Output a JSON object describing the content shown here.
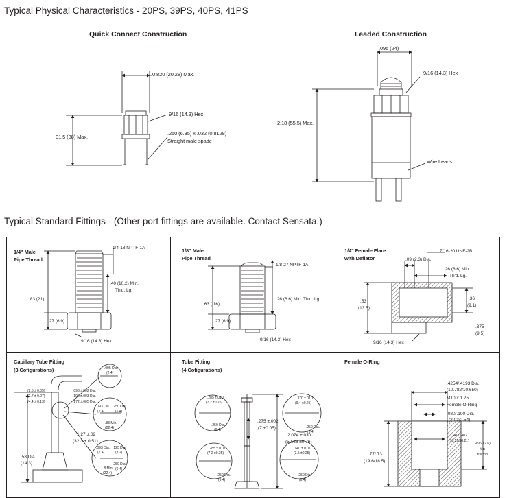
{
  "header": {
    "title": "Typical Physical Characteristics - 20PS, 39PS, 40PS, 41PS",
    "fittings_title": "Typical Standard Fittings - (Other port fittings are available. Contact Sensata.)"
  },
  "quick_connect": {
    "title": "Quick Connect Construction",
    "width_dim": "0.820 (20.28) Max.",
    "hex": "9/16 (14.3) Hex",
    "spade_line1": ".250 (6.35) x .032 (0.8128)",
    "spade_line2": "Straight male spade",
    "height_dim": "01.5 (38) Max."
  },
  "leaded": {
    "title": "Leaded Construction",
    "top_dim": ".095 (24)",
    "hex": "9/16 (14.3) Hex",
    "height_dim": "2.18 (55.5) Max.",
    "wire_leads": "Wire Leads"
  },
  "fittings": {
    "male_quarter": {
      "title_line1": "1/4\" Male",
      "title_line2": "Pipe Thread",
      "thread": "1/4-18 NPTF-1A",
      "thd_len_line1": ".40 (10.2) Min.",
      "thd_len_line2": "Th'd. Lg.",
      "height": ".83 (21)",
      "hex_h": ".27 (6.9)",
      "hex": "9/16 (14.3) Hex"
    },
    "male_eighth": {
      "title_line1": "1/8\" Male",
      "title_line2": "Pipe Thread",
      "thread": "1/8-27 NPTF-1A",
      "thd_len": ".26 (6.6) Min. Th'd. Lg.",
      "height": ".63 (.16)",
      "hex_h": ".27 (6.9)",
      "hex": "9/16 (14.3) Hex"
    },
    "female_flare": {
      "title_line1": "1/4\" Female Flare",
      "title_line2": "with Deflator",
      "thread": "7/16-20 UNF-2B",
      "dia": ".09 (2.3) Dia.",
      "thd_len_line1": ".26 (6.6) Min.",
      "thd_len_line2": "Th'd. Lg.",
      "height_line1": ".53",
      "height_line2": "(13.5)",
      "d36_line1": ".36",
      "d36_line2": "(9,1)",
      "d375_line1": ".375",
      "d375_line2": "(9.5)",
      "hex": "9/16 (14.3) Hex"
    },
    "capillary": {
      "title_line1": "Capillary Tube Fitting",
      "title_line2": "(3 Cofigurations)",
      "left_dims": [
        "(2.5 ± 0.05)",
        "(2.7 ± 0.07)",
        "(4.4 ± 0.13)"
      ],
      "right_dims": [
        ".098 ±.002 Dia.",
        ".105 ±.003 Dia.",
        ".172 ±.005 Dia."
      ],
      "height_line1": "1.27 ±.02",
      "height_line2": "(32.3 ± 0.51)",
      "base_line1": ".58 Dia.",
      "base_line2": "(14.3)",
      "callouts": [
        ".095 Dia.",
        "(2.4)",
        ".093 Dia.",
        "(2.4)",
        ".250 Dia.",
        "(6.4)",
        ".88 Min.",
        "(22.4)",
        ".093 Dia.",
        "(2.4)",
        ".125 Dia.",
        "(3.2)",
        ".8 Min.",
        "(22.4)",
        ".250 Dia.",
        "(6.4)"
      ]
    },
    "tube": {
      "title_line1": "Tube Fitting",
      "title_line2": "(4 Cofigurations)",
      "d275_line1": ".275 ±.002",
      "d275_line2": "(7 ±0.05)",
      "d2074_line1": "2.074 ±.030",
      "d2074_line2": "(52.68 ±0.76)",
      "callouts": [
        ".285 ±.010",
        "(7.2 ±0.25)",
        ".370 ±.010",
        "(9.4 ±0.25)",
        ".250 Dia.",
        "(6.4)",
        ".250 Dia.",
        "(6.4)",
        ".285 ±.010",
        "(7.2 ±0.25)",
        ".140 ±.010",
        "(3.5 ±0.25)",
        ".250 Dia.",
        "(6.4)",
        ".250 Dia.",
        "(6.4)"
      ]
    },
    "oring": {
      "title": "Female O-Ring",
      "dia_line1": ".4254/.4193 Dia.",
      "dia_line2": "(10.782/10.650)",
      "m10_line1": "M10 x 1.25",
      "m10_line2": "Female O-Ring",
      "d080_line1": ".080/.100 Dia.",
      "d080_line2": "(2.03/2.54)",
      "d417_line1": ".417/.402",
      "d417_line2": "(10.59/10.21)",
      "d496_line1": ".496(12.6)",
      "d496_line2": "Min",
      "d496_line3": "full thd.",
      "d77_line1": ".77/.73",
      "d77_line2": "(19.6/18.5)"
    }
  }
}
